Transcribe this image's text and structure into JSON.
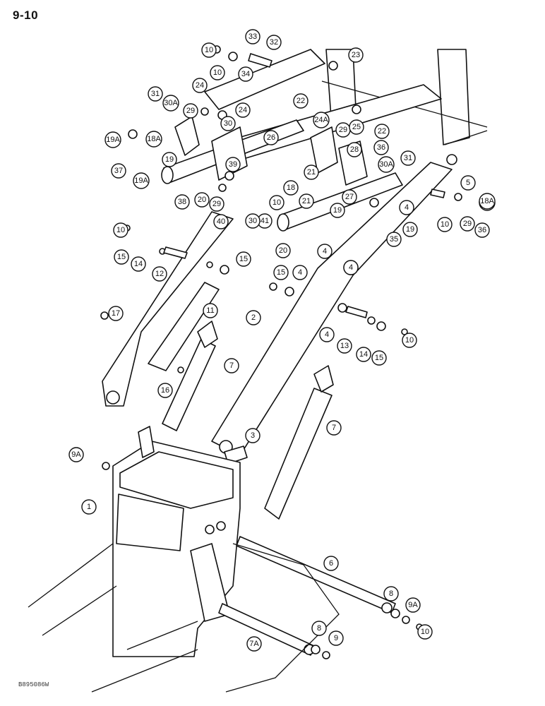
{
  "page_number": "9-10",
  "drawing_code": "B895086W",
  "callouts": [
    "10",
    "33",
    "32",
    "23",
    "34",
    "10",
    "24",
    "22",
    "31",
    "30A",
    "24",
    "29",
    "30",
    "24A",
    "22",
    "19A",
    "18A",
    "26",
    "29",
    "25",
    "28",
    "36",
    "31",
    "37",
    "19",
    "39",
    "21",
    "19A",
    "30A",
    "38",
    "20",
    "29",
    "41",
    "40",
    "10",
    "18",
    "21",
    "27",
    "19",
    "4",
    "5",
    "30",
    "19",
    "19A",
    "35",
    "10",
    "18A",
    "10",
    "29",
    "36",
    "15",
    "14",
    "20",
    "4",
    "4",
    "12",
    "15",
    "15",
    "4",
    "4",
    "17",
    "11",
    "2",
    "4",
    "13",
    "14",
    "15",
    "10",
    "16",
    "7",
    "7",
    "3",
    "9A",
    "1",
    "6",
    "8",
    "9A",
    "10",
    "7A",
    "8",
    "9"
  ]
}
